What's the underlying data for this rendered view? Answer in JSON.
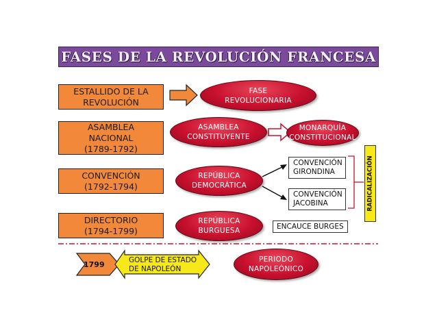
{
  "title": "FASES DE LA REVOLUCIÓN FRANCESA",
  "phases": {
    "estallido": "ESTALLIDO DE LA\nREVOLUCIÓN",
    "asamblea": "ASAMBLEA\nNACIONAL\n(1789-1792)",
    "convencion": "CONVENCIÓN\n(1792-1794)",
    "directorio": "DIRECTORIO\n(1794-1799)"
  },
  "ovals": {
    "fase": "FASE\nREVOLUCIONARIA",
    "asamblea_constituyente": "ASAMBLEA\nCONSTITUYENTE",
    "monarquia": "MONARQUÍA\nCONSTITUCIONAL",
    "republica_democratica": "REPÚBLICA\nDEMOCRÁTICA",
    "republica_burguesa": "REPÚBLICA\nBURGUESA",
    "periodo": "PERIODO\nNAPOLEÓNICO"
  },
  "boxes": {
    "girondina": "CONVENCIÓN\nGIRONDINA",
    "jacobina": "CONVENCIÓN\nJACOBINA",
    "encauce": "ENCAUCE BURGES",
    "radicalizacion": "RADICALIZACIÓN"
  },
  "arrow": {
    "year": "1799",
    "golpe": "GOLPE DE ESTADO\nDE NAPOLEÓN"
  },
  "colors": {
    "title_bg": "#7b4a9c",
    "phase_bg": "#f2883a",
    "oval_red": "#c8102e",
    "arrow_yellow": "#f7e81a",
    "dash_red": "#c8102e"
  }
}
